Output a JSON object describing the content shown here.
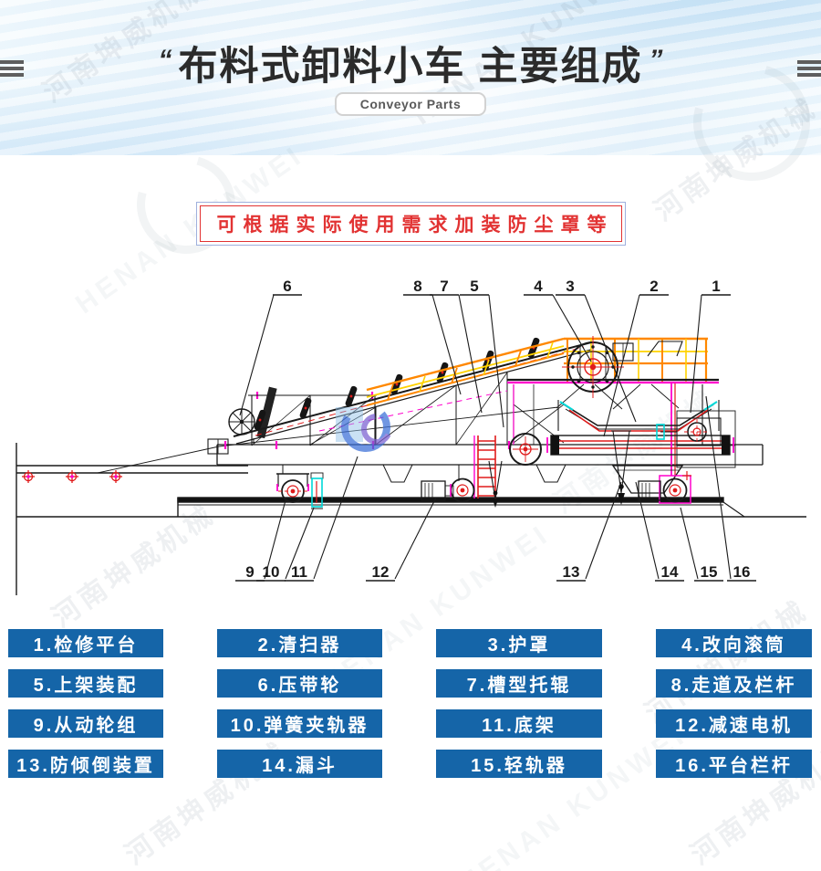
{
  "header": {
    "quote_open": "“",
    "quote_close": "”",
    "title": "布料式卸料小车 主要组成",
    "subtitle": "Conveyor Parts"
  },
  "notice": {
    "text": "可根据实际使用需求加装防尘罩等"
  },
  "diagram": {
    "top_callouts": [
      {
        "num": "6"
      },
      {
        "num": "8"
      },
      {
        "num": "7"
      },
      {
        "num": "5"
      },
      {
        "num": "4"
      },
      {
        "num": "3"
      },
      {
        "num": "2"
      },
      {
        "num": "1"
      }
    ],
    "bottom_callouts": [
      {
        "num": "9"
      },
      {
        "num": "10"
      },
      {
        "num": "11"
      },
      {
        "num": "12"
      },
      {
        "num": "13"
      },
      {
        "num": "14"
      },
      {
        "num": "15"
      },
      {
        "num": "16"
      }
    ]
  },
  "legend": {
    "items": [
      {
        "label": "1.检修平台"
      },
      {
        "label": "2.清扫器"
      },
      {
        "label": "3.护罩"
      },
      {
        "label": "4.改向滚筒"
      },
      {
        "label": "5.上架装配"
      },
      {
        "label": "6.压带轮"
      },
      {
        "label": "7.槽型托辊"
      },
      {
        "label": "8.走道及栏杆"
      },
      {
        "label": "9.从动轮组"
      },
      {
        "label": "10.弹簧夹轨器"
      },
      {
        "label": "11.底架"
      },
      {
        "label": "12.减速电机"
      },
      {
        "label": "13.防倾倒装置"
      },
      {
        "label": "14.漏斗"
      },
      {
        "label": "15.轻轨器"
      },
      {
        "label": "16.平台栏杆"
      }
    ]
  },
  "watermark": {
    "cn": "河南坤威机械",
    "en": "HENAN KUNWEI"
  },
  "colors": {
    "legend_blue": "#1565a8",
    "notice_red": "#e23333",
    "railing_orange": "#ff8800",
    "railing_yellow": "#ffd200",
    "accent_magenta": "#ff00cc",
    "accent_red": "#e01b1b",
    "accent_cyan": "#00d8d8",
    "logo_blue": "#3a6fd8"
  }
}
